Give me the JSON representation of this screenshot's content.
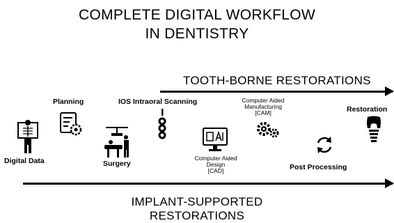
{
  "title": {
    "line1": "COMPLETE DIGITAL WORKFLOW",
    "line2": "IN DENTISTRY"
  },
  "tooth_borne": {
    "label": "TOOTH-BORNE RESTORATIONS"
  },
  "implant_supported": {
    "line1": "IMPLANT-SUPPORTED",
    "line2": "RESTORATIONS"
  },
  "steps": {
    "digital_data": {
      "label": "Digital Data",
      "icon": "xray-person-icon"
    },
    "planning": {
      "label": "Planning",
      "icon": "document-gear-icon"
    },
    "surgery": {
      "label": "Surgery",
      "icon": "surgery-icon"
    },
    "ios": {
      "label": "IOS Intraoral Scanning",
      "icon": "intraoral-scanner-icon"
    },
    "cad": {
      "line1": "Computer Aided",
      "line2": "Design",
      "line3": "[CAD]",
      "icon": "computer-design-icon"
    },
    "cam": {
      "line1": "Computer Aided",
      "line2": "Manufacturing",
      "line3": "[CAM]",
      "icon": "gears-icon"
    },
    "post": {
      "label": "Post Processing",
      "icon": "refresh-icon"
    },
    "restoration": {
      "label": "Restoration",
      "icon": "dental-implant-icon"
    }
  }
}
